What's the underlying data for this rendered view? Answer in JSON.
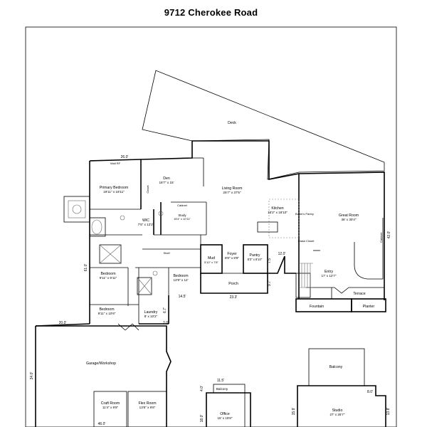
{
  "title": "9712 Cherokee Road",
  "rooms": {
    "deck": "Deck",
    "primary_bedroom": "Primary Bedroom",
    "primary_bedroom_size": "19'11\" x 18'11\"",
    "den": "Den",
    "den_size": "18'7\" x 15'",
    "living_room": "Living Room",
    "living_room_size": "25'7\" x 37'5\"",
    "kitchen": "Kitchen",
    "kitchen_size": "16'2\" x 18'10\"",
    "great_room": "Great Room",
    "great_room_size": "36' x 30'4\"",
    "wic": "WIC",
    "wic_size": "7'5\" x 12'2\"",
    "study": "Study",
    "study_size": "15'4\" x 10'11\"",
    "cabinet": "Cabinet",
    "closet": "Closet",
    "butlers_pantry": "Butler's Pantry",
    "glass_closet": "Glass Closet",
    "mud": "Mud",
    "mud_size": "5'10\" x 7'8\"",
    "foyer": "Foyer",
    "foyer_size": "8'8\" x 8'8\"",
    "pantry": "Pantry",
    "pantry_size": "8'3\" x 8'10\"",
    "bedroom_1": "Bedroom",
    "bedroom_1_size": "9'11\" x 9'11\"",
    "bedroom_2": "Bedroom",
    "bedroom_2_size": "13'9\" x 12'",
    "bedroom_3": "Bedroom",
    "bedroom_3_size": "9'11\" x 10'6\"",
    "laundry": "Laundry",
    "laundry_size": "8' x 10'2\"",
    "porch": "Porch",
    "entry": "Entry",
    "entry_size": "17' x 12'7\"",
    "terrace": "Terrace",
    "fountain": "Fountain",
    "planter": "Planter",
    "garage": "Garage/Workshop",
    "craft_room": "Craft Room",
    "craft_room_size": "11'4\" x 9'8\"",
    "flex_room": "Flex Room",
    "flex_room_size": "13'6\" x 9'6\"",
    "balcony_1": "Balcony",
    "office": "Office",
    "office_size": "15' x 15'8\"",
    "balcony_2": "Balcony",
    "studio": "Studio",
    "studio_size": "27' x 25'7\"",
    "wall_rf": "Wall RF",
    "shelf": "Shelf"
  },
  "dims": {
    "d_26": "26.0'",
    "d_61": "61.0'",
    "d_145": "14.5'",
    "d_233": "23.3'",
    "d_97": "9.7'",
    "d_120": "12.0'",
    "d_420": "42.0'",
    "d_200": "20.0'",
    "d_20": "2.0'",
    "d_67": "6.7'",
    "d_75": "7.5'",
    "d_340": "34.0'",
    "d_460": "46.0'",
    "d_115": "11.5'",
    "d_40": "4.0'",
    "d_180": "18.0'",
    "d_80": "8.0'",
    "d_159": "15.9'",
    "d_138": "13.8'"
  }
}
